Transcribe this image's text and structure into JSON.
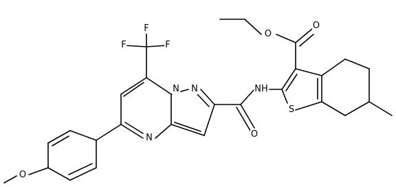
{
  "atoms": {
    "F1": "F",
    "F2": "F",
    "F3": "F",
    "N1": "N",
    "N2": "N",
    "N3": "N",
    "NH": "NH",
    "O_amide": "O",
    "O_ester_carbonyl": "O",
    "O_ester": "O",
    "S": "S",
    "O_methoxy": "O"
  },
  "colors": {
    "bond": "#000000",
    "background": "#ffffff"
  }
}
